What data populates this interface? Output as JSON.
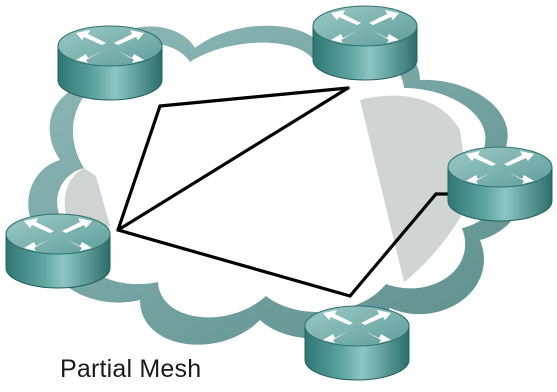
{
  "diagram": {
    "caption": "Partial Mesh",
    "colors": {
      "cloud_fill": "#ffffff",
      "cloud_rim": "#6f9d9c",
      "cloud_shadow": "#cfd3d2",
      "router_side": "#3e8a88",
      "router_top": "#77adab",
      "link": "#000000"
    },
    "routers": [
      {
        "id": "router-top-left",
        "icon": "router-icon"
      },
      {
        "id": "router-top-right",
        "icon": "router-icon"
      },
      {
        "id": "router-right",
        "icon": "router-icon"
      },
      {
        "id": "router-left",
        "icon": "router-icon"
      },
      {
        "id": "router-bottom",
        "icon": "router-icon"
      }
    ],
    "links": [
      {
        "from": "router-top-left",
        "to": "router-top-right"
      },
      {
        "from": "router-top-left",
        "to": "router-left"
      },
      {
        "from": "router-left",
        "to": "router-top-right"
      },
      {
        "from": "router-left",
        "to": "router-bottom"
      },
      {
        "from": "router-bottom",
        "to": "router-right"
      }
    ]
  }
}
